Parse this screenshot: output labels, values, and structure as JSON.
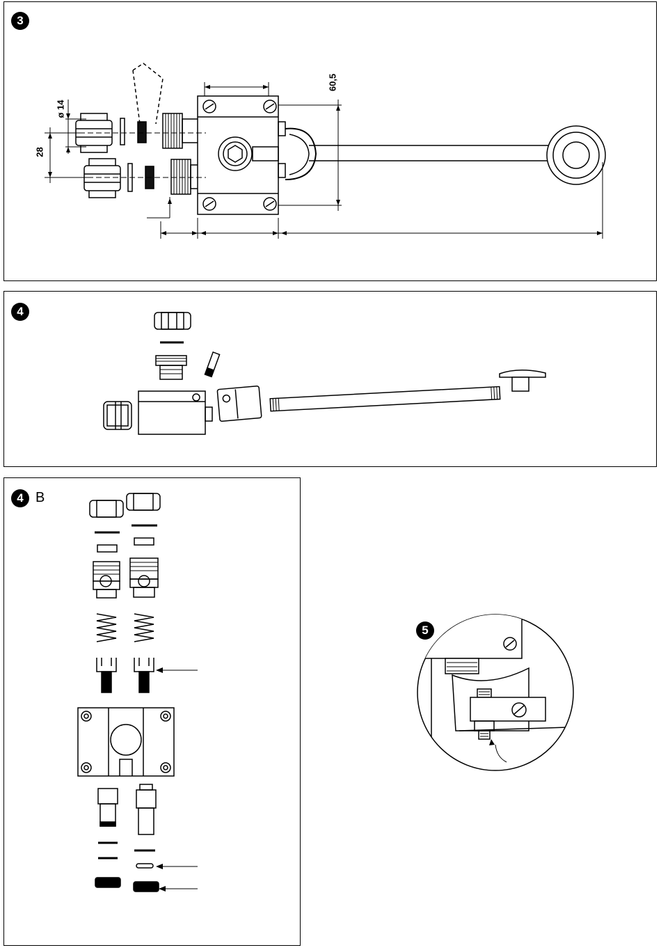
{
  "figures": {
    "fig3": {
      "number": "3"
    },
    "fig4": {
      "number": "4"
    },
    "fig4b": {
      "number": "4",
      "suffix": "B"
    },
    "fig5": {
      "number": "5"
    }
  },
  "dimensions": {
    "diameter": "ø 14",
    "spacing": "28",
    "height": "60,5"
  },
  "icons": {
    "badge_style": "filled-black-circle",
    "arrow": "arrow-icon"
  }
}
